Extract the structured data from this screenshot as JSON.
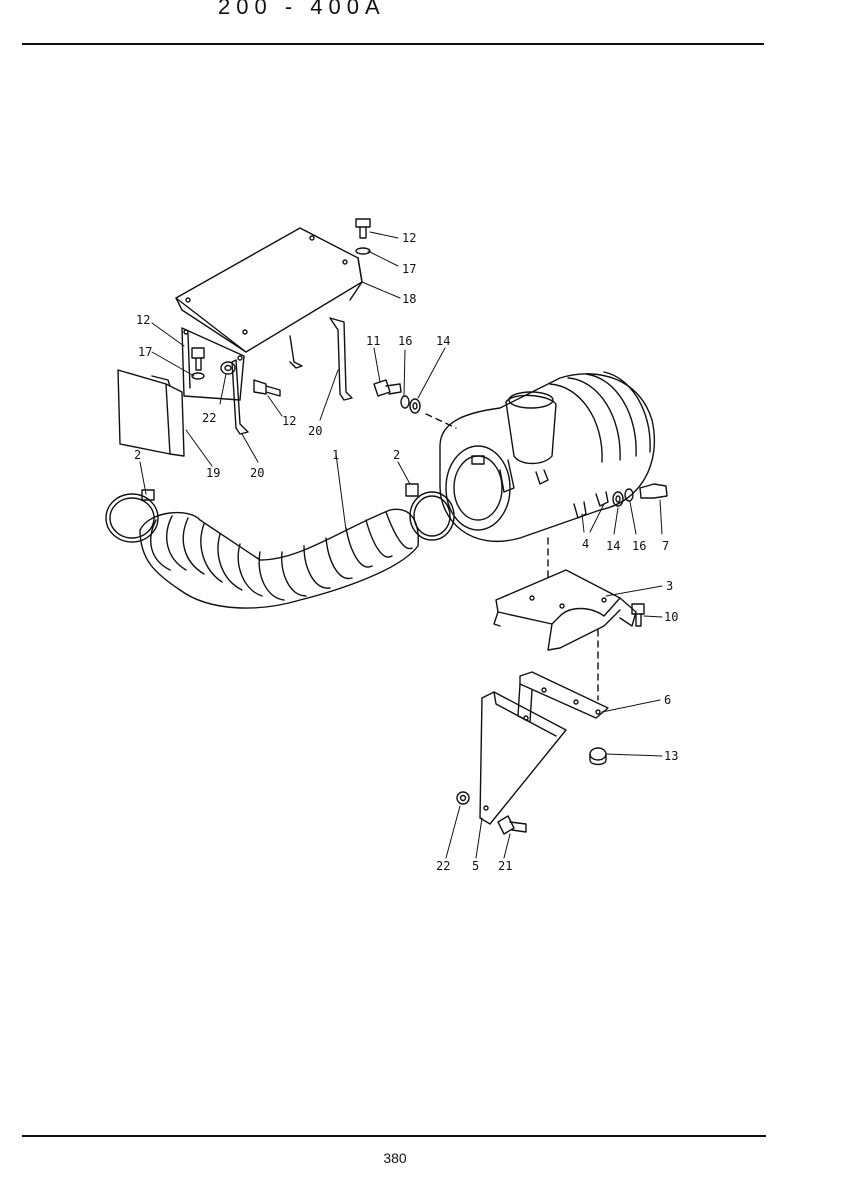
{
  "header": {
    "fragment": "200 - 400A"
  },
  "page_number": "380",
  "callouts": [
    {
      "id": "c12a",
      "text": "12"
    },
    {
      "id": "c17a",
      "text": "17"
    },
    {
      "id": "c18",
      "text": "18"
    },
    {
      "id": "c12b",
      "text": "12"
    },
    {
      "id": "c17b",
      "text": "17"
    },
    {
      "id": "c22a",
      "text": "22"
    },
    {
      "id": "c12c",
      "text": "12"
    },
    {
      "id": "c20a",
      "text": "20"
    },
    {
      "id": "c20b",
      "text": "20"
    },
    {
      "id": "c19",
      "text": "19"
    },
    {
      "id": "c11",
      "text": "11"
    },
    {
      "id": "c16a",
      "text": "16"
    },
    {
      "id": "c14a",
      "text": "14"
    },
    {
      "id": "c2a",
      "text": "2"
    },
    {
      "id": "c1",
      "text": "1"
    },
    {
      "id": "c2b",
      "text": "2"
    },
    {
      "id": "c4",
      "text": "4"
    },
    {
      "id": "c14b",
      "text": "14"
    },
    {
      "id": "c16b",
      "text": "16"
    },
    {
      "id": "c7",
      "text": "7"
    },
    {
      "id": "c3",
      "text": "3"
    },
    {
      "id": "c10",
      "text": "10"
    },
    {
      "id": "c6",
      "text": "6"
    },
    {
      "id": "c13",
      "text": "13"
    },
    {
      "id": "c22b",
      "text": "22"
    },
    {
      "id": "c5",
      "text": "5"
    },
    {
      "id": "c21",
      "text": "21"
    }
  ]
}
